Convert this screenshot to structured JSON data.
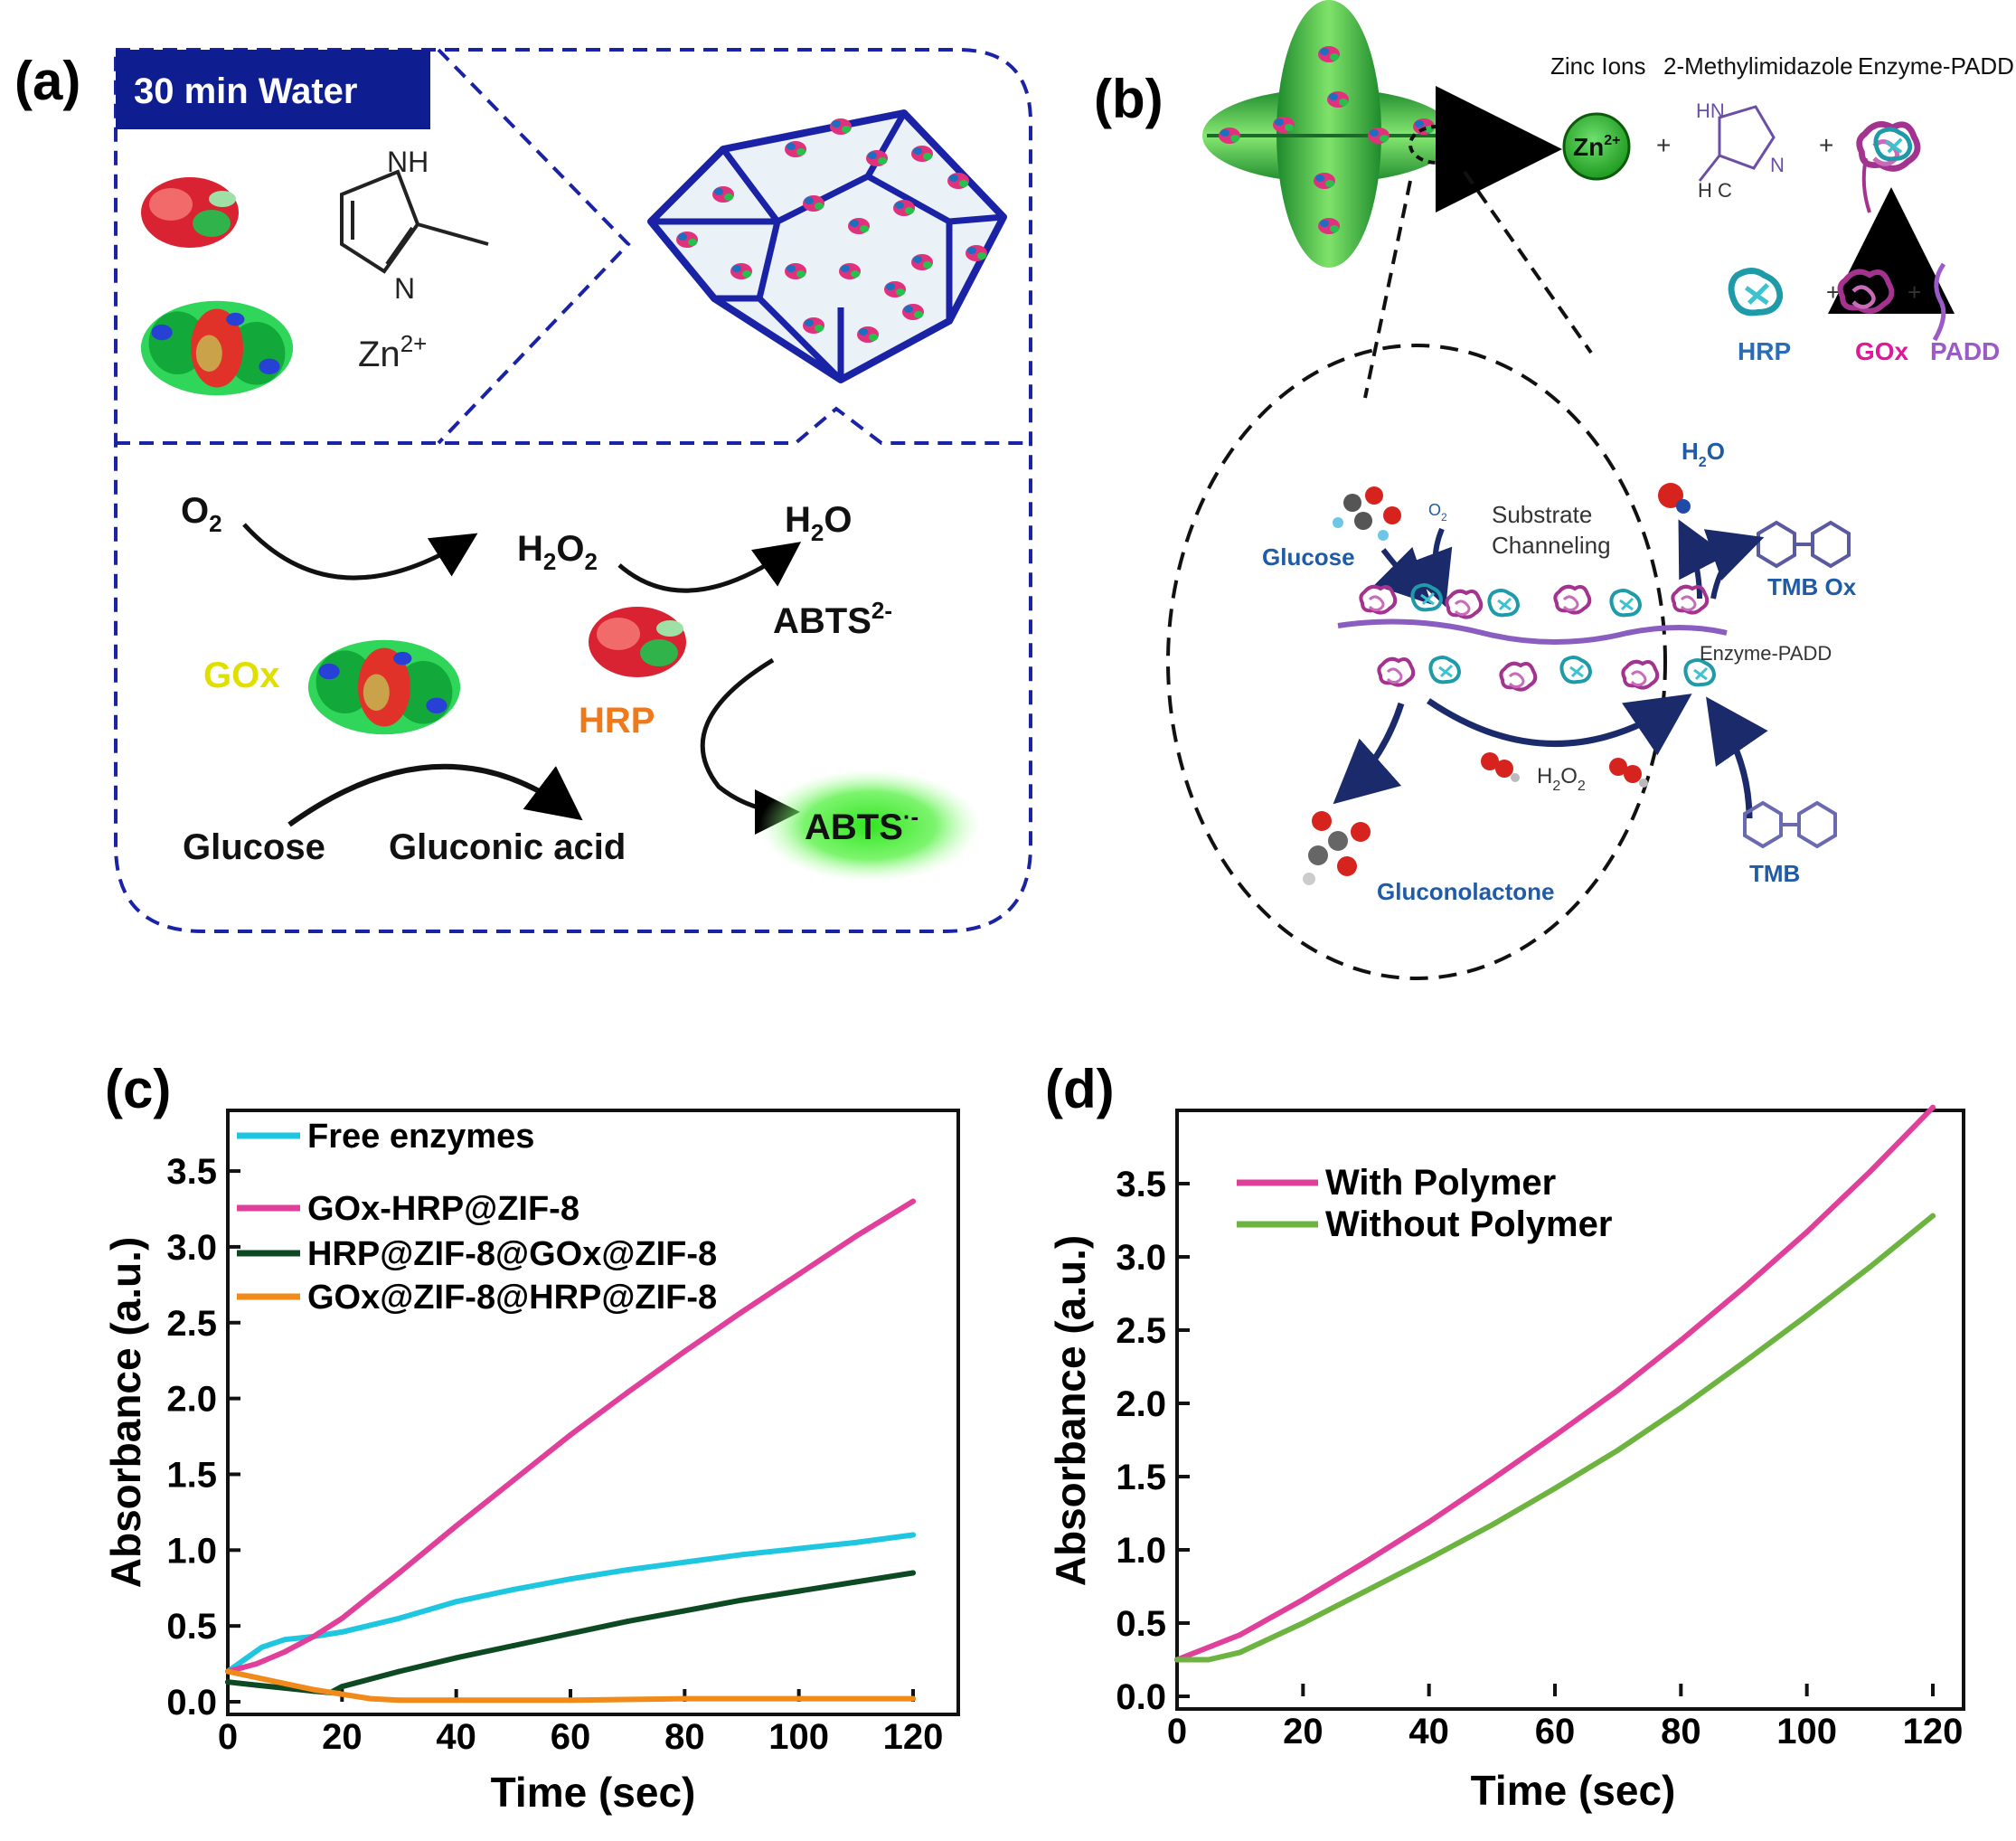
{
  "panel_a": {
    "label": "(a)",
    "banner": "30 min  Water",
    "imidazole_nh": "NH",
    "imidazole_n": "N",
    "zinc": "Zn",
    "zinc_sup": "2+",
    "o2": "O",
    "o2_sub": "2",
    "h2o2_h": "H",
    "h2o2_o": "O",
    "h2o": "H",
    "h2o_o": "O",
    "gox": "GOx",
    "hrp": "HRP",
    "abts2": "ABTS",
    "abts2_sup": "2-",
    "abts_rad": "ABTS",
    "abts_rad_sup": "·-",
    "glucose": "Glucose",
    "gluconic": "Gluconic acid",
    "colors": {
      "frame": "#1a23a6",
      "banner": "#0e1d8f",
      "gox": "#e0e000",
      "hrp": "#f07a1a",
      "glow": "#3ae82a"
    }
  },
  "panel_b": {
    "label": "(b)",
    "zinc_ions": "Zinc Ions",
    "methylimidazole": "2-Methylimidazole",
    "enzyme_padd": "Enzyme-PADD",
    "zn": "Zn",
    "zn_sup": "2+",
    "hn": "HN",
    "n": "N",
    "hc": "H C",
    "plus": "+",
    "hrp": "HRP",
    "gox": "GOx",
    "padd": "PADD",
    "h2o": "H",
    "h2o_o": "O",
    "glucose": "Glucose",
    "o2": "O",
    "o2_sub": "2",
    "substrate": "Substrate",
    "channeling": "Channeling",
    "tmb_ox": "TMB   Ox",
    "enzyme_padd_center": "Enzyme-PADD",
    "h2o2": "H",
    "h2o2_o": "O",
    "gluconolactone": "Gluconolactone",
    "tmb": "TMB",
    "colors": {
      "text_blue": "#1f5ba6",
      "hrp": "#2a6cb8",
      "gox": "#e0179b",
      "padd": "#9a5bc9",
      "green": "#2fb52f",
      "enzyme_purple": "#a4338f",
      "enzyme_teal": "#1f9aa8"
    }
  },
  "chart_data": [
    {
      "panel": "(c)",
      "type": "line",
      "xlabel": "Time (sec)",
      "ylabel": "Absorbance (a.u.)",
      "xlim": [
        0,
        120
      ],
      "ylim": [
        0,
        3.9
      ],
      "xticks": [
        0,
        20,
        40,
        60,
        80,
        100,
        120
      ],
      "yticks": [
        0.0,
        0.5,
        1.0,
        1.5,
        2.0,
        2.5,
        3.0,
        3.5
      ],
      "ytick_labels": [
        "0.0",
        "0.5",
        "1.0",
        "1.5",
        "2.0",
        "2.5",
        "3.0",
        "3.5"
      ],
      "legend": "top-left",
      "series": [
        {
          "name": "Free enzymes",
          "color": "#1fc6e0",
          "points": [
            [
              0,
              0.2
            ],
            [
              3,
              0.28
            ],
            [
              6,
              0.36
            ],
            [
              10,
              0.41
            ],
            [
              15,
              0.43
            ],
            [
              20,
              0.46
            ],
            [
              30,
              0.55
            ],
            [
              40,
              0.66
            ],
            [
              50,
              0.74
            ],
            [
              60,
              0.81
            ],
            [
              70,
              0.87
            ],
            [
              80,
              0.92
            ],
            [
              90,
              0.97
            ],
            [
              100,
              1.01
            ],
            [
              110,
              1.05
            ],
            [
              120,
              1.1
            ]
          ]
        },
        {
          "name": "GOx-HRP@ZIF-8",
          "color": "#e0409a",
          "points": [
            [
              0,
              0.2
            ],
            [
              5,
              0.25
            ],
            [
              10,
              0.33
            ],
            [
              15,
              0.43
            ],
            [
              20,
              0.55
            ],
            [
              30,
              0.85
            ],
            [
              40,
              1.16
            ],
            [
              50,
              1.46
            ],
            [
              60,
              1.76
            ],
            [
              70,
              2.04
            ],
            [
              80,
              2.31
            ],
            [
              90,
              2.57
            ],
            [
              100,
              2.82
            ],
            [
              110,
              3.07
            ],
            [
              120,
              3.3
            ]
          ]
        },
        {
          "name": "HRP@ZIF-8@GOx@ZIF-8",
          "color": "#0d4a23",
          "points": [
            [
              0,
              0.13
            ],
            [
              5,
              0.11
            ],
            [
              10,
              0.09
            ],
            [
              15,
              0.07
            ],
            [
              18,
              0.06
            ],
            [
              20,
              0.1
            ],
            [
              30,
              0.2
            ],
            [
              40,
              0.29
            ],
            [
              50,
              0.37
            ],
            [
              60,
              0.45
            ],
            [
              70,
              0.53
            ],
            [
              80,
              0.6
            ],
            [
              90,
              0.67
            ],
            [
              100,
              0.73
            ],
            [
              110,
              0.79
            ],
            [
              120,
              0.85
            ]
          ]
        },
        {
          "name": "GOx@ZIF-8@HRP@ZIF-8",
          "color": "#f08a1a",
          "points": [
            [
              0,
              0.2
            ],
            [
              5,
              0.16
            ],
            [
              10,
              0.12
            ],
            [
              15,
              0.08
            ],
            [
              20,
              0.05
            ],
            [
              25,
              0.02
            ],
            [
              30,
              0.01
            ],
            [
              40,
              0.01
            ],
            [
              60,
              0.01
            ],
            [
              80,
              0.02
            ],
            [
              100,
              0.02
            ],
            [
              120,
              0.02
            ]
          ]
        }
      ]
    },
    {
      "panel": "(d)",
      "type": "line",
      "xlabel": "Time (sec)",
      "ylabel": "Absorbance (a.u.)",
      "xlim": [
        0,
        120
      ],
      "ylim": [
        0,
        4.0
      ],
      "xticks": [
        0,
        20,
        40,
        60,
        80,
        100,
        120
      ],
      "yticks": [
        0.0,
        0.5,
        1.0,
        1.5,
        2.0,
        2.5,
        3.0,
        3.5
      ],
      "ytick_labels": [
        "0.0",
        "0.5",
        "1.0",
        "1.5",
        "2.0",
        "2.5",
        "3.0",
        "3.5"
      ],
      "legend": "top-left",
      "series": [
        {
          "name": "With Polymer",
          "color": "#e0409a",
          "points": [
            [
              0,
              0.25
            ],
            [
              10,
              0.42
            ],
            [
              20,
              0.66
            ],
            [
              30,
              0.92
            ],
            [
              40,
              1.19
            ],
            [
              50,
              1.48
            ],
            [
              60,
              1.78
            ],
            [
              70,
              2.09
            ],
            [
              80,
              2.43
            ],
            [
              90,
              2.79
            ],
            [
              100,
              3.17
            ],
            [
              110,
              3.58
            ],
            [
              120,
              4.02
            ]
          ]
        },
        {
          "name": "Without Polymer",
          "color": "#6db33f",
          "points": [
            [
              0,
              0.25
            ],
            [
              5,
              0.25
            ],
            [
              10,
              0.3
            ],
            [
              20,
              0.5
            ],
            [
              30,
              0.72
            ],
            [
              40,
              0.94
            ],
            [
              50,
              1.17
            ],
            [
              60,
              1.42
            ],
            [
              70,
              1.68
            ],
            [
              80,
              1.97
            ],
            [
              90,
              2.28
            ],
            [
              100,
              2.6
            ],
            [
              110,
              2.93
            ],
            [
              120,
              3.28
            ]
          ]
        }
      ]
    }
  ]
}
